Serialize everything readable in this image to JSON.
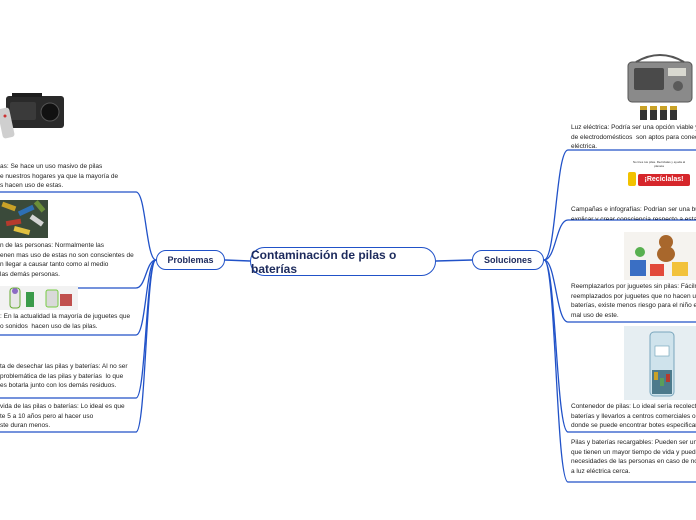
{
  "central": "Contaminación de pilas o baterías",
  "branches": {
    "left": "Problemas",
    "right": "Soluciones"
  },
  "problems": [
    {
      "text": "as: Se hace un uso masivo de pilas\ne nuestros hogares ya que la mayoría de\ns hacen uso de estas.",
      "image": "radio-remote-photo"
    },
    {
      "text": "n de las personas: Normalmente las\nenen mas uso de estas no son conscientes de\nn llegar a causar tanto como al medio\nlas demás personas.",
      "image": "battery-pile-photo"
    },
    {
      "text": ": En la actualidad la mayoría de juguetes que\no sonidos  hacen uso de las pilas.",
      "image": "toy-figures-photo"
    },
    {
      "text": "ta de desechar las pilas y baterías: Al no ser\nproblemática de las pilas y baterías  lo que\nes botarla junto con los demás residuos.",
      "image": null
    },
    {
      "text": "vida de las pilas o baterías: Lo ideal es que\nte 5 a 10 años pero al hacer uso\nste duran menos.",
      "image": null
    }
  ],
  "solutions": [
    {
      "text": "Luz eléctrica: Podría ser una opción viable ya\nde electrodomésticos  son aptos para conect\neléctrica.",
      "image": "radio-batteries-photo"
    },
    {
      "text": "Campañas e infografías: Podrían ser una bue\nexplicar y crear consciencia respecto a esta p",
      "image": "recycling-poster",
      "poster_text": "¡Recíclalas!",
      "poster_subtitle": "No tires tus pilas. Recíclalas y ayuda al planeta"
    },
    {
      "text": "Reemplazarlos por juguetes sin pilas: Fácilm\nreemplazados por juguetes que no hacen us\nbaterías, existe menos riesgo para el niño er\nmal uso de este.",
      "image": "plush-toys-photo"
    },
    {
      "text": "Contenedor de pilas: Lo ideal sería recolecta\nbaterías y llevarlos a centros comerciales o l\ndonde se puede encontrar botes especifican",
      "image": "battery-container-photo"
    },
    {
      "text": "Pilas y baterías recargables: Pueden ser una\nque tienen un mayor tiempo de vida y pueden\nnecesidades de las personas en caso de no t\na luz eléctrica cerca.",
      "image": null
    }
  ],
  "colors": {
    "line": "#2152c8",
    "node_text": "#1c2a5c"
  }
}
